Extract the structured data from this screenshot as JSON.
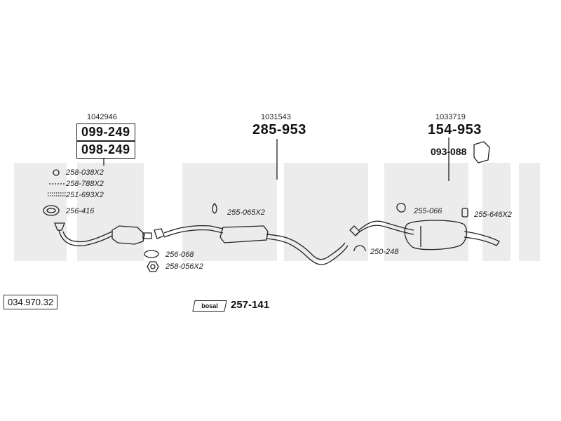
{
  "brand_logo_text": "bosal",
  "document_ref": "034.970.32",
  "groups": {
    "front": {
      "catalog_no": "1042946",
      "part_a": "099-249",
      "part_b": "098-249"
    },
    "middle": {
      "catalog_no": "1031543",
      "part": "285-953"
    },
    "rear": {
      "catalog_no": "1033719",
      "part": "154-953",
      "hanger": "093-088"
    }
  },
  "accessories": {
    "a1": "258-038X2",
    "a2": "258-788X2",
    "a3": "251-693X2",
    "a4": "256-416",
    "a5": "255-065X2",
    "a6": "256-068",
    "a7": "258-056X2",
    "a8": "255-066",
    "a9": "255-646X2",
    "a10": "250-248"
  },
  "mounting_kit": "257-141",
  "colors": {
    "line": "#222222",
    "watermark": "#ebebeb"
  }
}
